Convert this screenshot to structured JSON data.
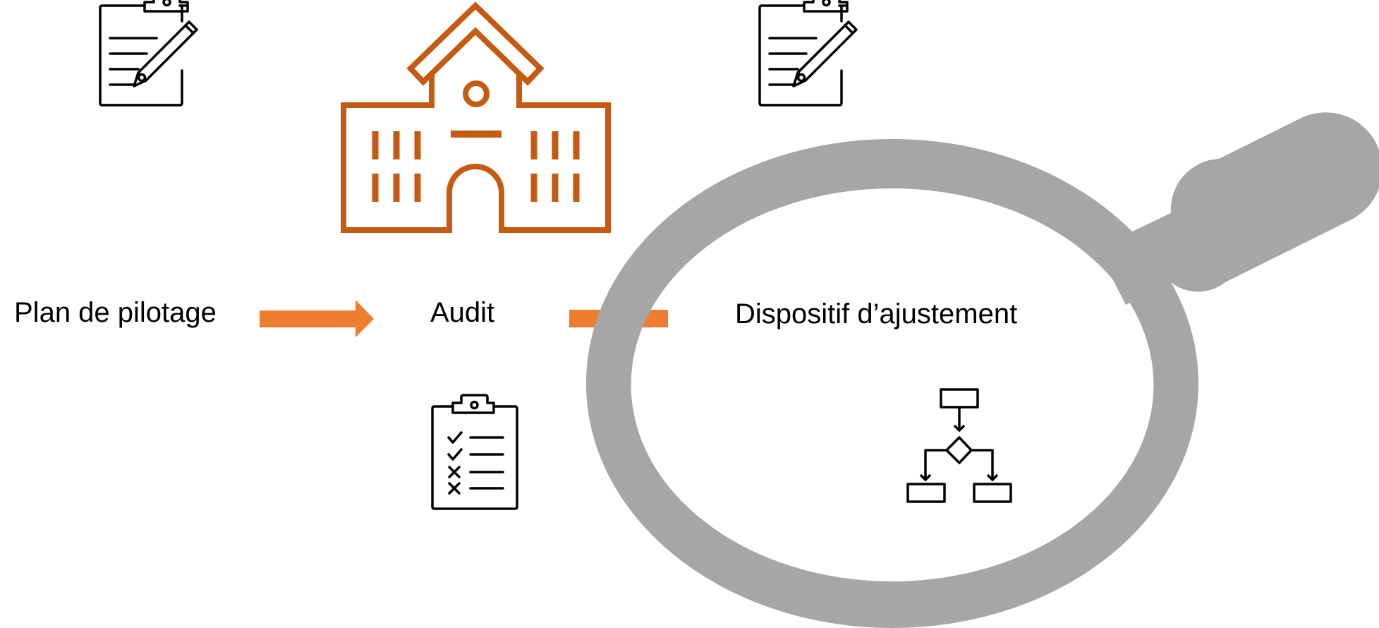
{
  "steps": [
    {
      "label": "Plan de pilotage",
      "icon": "clipboard-pencil-icon"
    },
    {
      "label": "Audit",
      "icon": "checklist-clipboard-icon"
    },
    {
      "label": "Dispositif d’ajustement",
      "icons": [
        "clipboard-pencil-icon",
        "flowchart-icon"
      ]
    }
  ],
  "header_icon": "school-building-icon",
  "highlight_icon": "magnifying-glass-icon",
  "colors": {
    "building": "#C55A11",
    "arrow": "#ED7D31",
    "magnifier": "#A6A6A6",
    "icon_stroke": "#000000",
    "text": "#000000"
  }
}
